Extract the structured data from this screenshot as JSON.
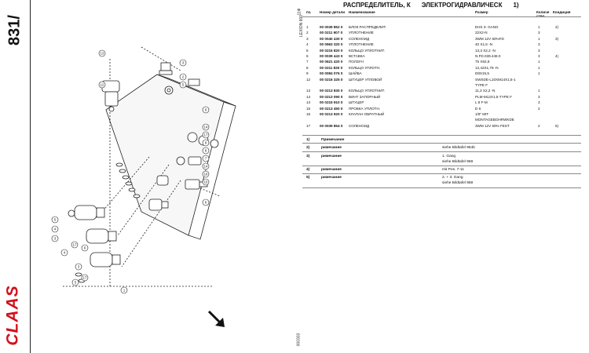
{
  "sidebar": {
    "model_number": "831/",
    "brand": "CLAAS",
    "top_code_1": "11Ф",
    "top_code_2": "LEXION 800",
    "bottom_code": "000303"
  },
  "header": {
    "title_part1": "РАСПРЕДЕЛИТЕЛЬ, К",
    "title_part2": "ЭЛЕКТРОГИДРАВЛИЧЕСК",
    "title_part3": "1)"
  },
  "columns": {
    "pos": "пз.",
    "number": "Номер детали",
    "name": "Наименование",
    "size": "Размер",
    "qty": "Количе",
    "qty2": "ство",
    "cond": "Кондиция"
  },
  "parts": [
    {
      "pos": "1",
      "no": "00 0039 852 0",
      "name": "БЛОК РАСПРЕДЕЛИТ.",
      "size": "EHS 3- GANG",
      "qty": "1",
      "cond": "2)"
    },
    {
      "pos": "2",
      "no": "00 0211 907 0",
      "name": "УПЛОТНЕНИЕ",
      "size": "22X2-N",
      "qty": "3",
      "cond": ""
    },
    {
      "pos": "3",
      "no": "00 0040 430 0",
      "name": "СОЛЕНОИД",
      "size": "3WM 12V 60%FD",
      "qty": "1",
      "cond": "3)"
    },
    {
      "pos": "4",
      "no": "00 0963 320 0",
      "name": "УПЛОТНЕНИЕ",
      "size": "40   X1,5 -N",
      "qty": "3",
      "cond": ""
    },
    {
      "pos": "5",
      "no": "00 0215 820 0",
      "name": "КОЛЬЦО УПЛОТНИТ.",
      "size": "13,3 X2,2 -N",
      "qty": "3",
      "cond": ""
    },
    {
      "pos": "6",
      "no": "00 0039 443 0",
      "name": "ВСТАВКА",
      "size": "N.FD.039.448.0",
      "qty": "3",
      "cond": "4)"
    },
    {
      "pos": "7",
      "no": "00 0621 420 0",
      "name": "ПОЛЗУН",
      "size": "75 X62,8",
      "qty": "1",
      "cond": ""
    },
    {
      "pos": "8",
      "no": "00 0211 830 0",
      "name": "КОЛЬЦО УПЛОТН.",
      "size": "12,42X1,78 -N",
      "qty": "1",
      "cond": ""
    },
    {
      "pos": "9",
      "no": "00 0084 076 0",
      "name": "ШАЙБА",
      "size": "D8X15,5",
      "qty": "1",
      "cond": ""
    },
    {
      "pos": "12",
      "no": "00 0216 325 0",
      "name": "ШТУЦЕР УГЛОВОЙ",
      "size": "SWSDE-L10XM14X1,5-1",
      "qty": "",
      "cond": ""
    },
    {
      "pos": "",
      "no": "",
      "name": "",
      "size": "TYPE F",
      "qty": "",
      "cond": ""
    },
    {
      "pos": "13",
      "no": "00 0213 830 0",
      "name": "КОЛЬЦО УПЛОТНИТ.",
      "size": "11,3 X2,2 -N",
      "qty": "1",
      "cond": ""
    },
    {
      "pos": "14",
      "no": "00 0213 090 0",
      "name": "ВИНТ ЗАПОРНЫЙ",
      "size": "PLM-M12X1,5-TYPE F",
      "qty": "3",
      "cond": ""
    },
    {
      "pos": "14",
      "no": "00 0215 910 0",
      "name": "ШТУЦЕР",
      "size": "L 8 F-M",
      "qty": "3",
      "cond": ""
    },
    {
      "pos": "15",
      "no": "00 0213 450 0",
      "name": "ПРОБКА УПЛОТН.",
      "size": "D 6",
      "qty": "2",
      "cond": ""
    },
    {
      "pos": "16",
      "no": "00 0213 920 0",
      "name": "КЛАПАН ОБРАТНЫЙ",
      "size": "1/8\" MIT",
      "qty": "",
      "cond": ""
    },
    {
      "pos": "",
      "no": "",
      "name": "",
      "size": "MONTAGEBOHRWKDE",
      "qty": "",
      "cond": ""
    },
    {
      "pos": "17",
      "no": "00 0039 854 0",
      "name": "СОЛЕНОИД",
      "size": "3WM 12V 60% FEST",
      "qty": "2",
      "cond": "5)"
    }
  ],
  "notes": [
    {
      "id": "1)",
      "label": "Примечание",
      "text": ""
    },
    {
      "id": "2)",
      "label": "римечание",
      "text": "siehe   Bildtafel 964b"
    },
    {
      "id": "3)",
      "label": "римечание",
      "text": "1. Gang"
    },
    {
      "id": "",
      "label": "",
      "text": "siehe   Bildtafel 959"
    },
    {
      "id": "4)",
      "label": "римечание",
      "text": "mit Pos. 7-11"
    },
    {
      "id": "5)",
      "label": "римечание",
      "text": "2. + 3. Gang"
    },
    {
      "id": "",
      "label": "",
      "text": "siehe   Bildtafel 959"
    }
  ],
  "callouts": [
    "13",
    "12",
    "3",
    "2",
    "5",
    "6",
    "14",
    "17",
    "9",
    "8",
    "7",
    "14",
    "16",
    "15",
    "6",
    "5",
    "4",
    "3",
    "4",
    "17",
    "6",
    "3",
    "17",
    "5",
    "1"
  ]
}
